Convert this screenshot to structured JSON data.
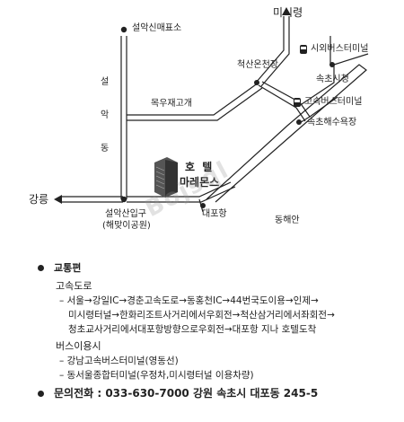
{
  "map": {
    "labels": {
      "seorak_shinmaepyoso": "설악신매표소",
      "misiryeong": "미시령",
      "siwoe_bus_terminal": "시외버스터미널",
      "cheoksan_hot_spring": "척산온천장",
      "sokcho_city_hall": "속초시청",
      "express_bus_terminal": "고속버스터미널",
      "sokcho_beach": "속초해수욕장",
      "mokwoojae": "목우재고개",
      "seorak_vertical": [
        "설",
        "악",
        "동"
      ],
      "gangneung": "강릉",
      "seorak_entrance": "설악산입구",
      "haemaji_park": "(해맞이공원)",
      "daepohang": "대포항",
      "donghaean": "동해안",
      "hotel_line1": "호  텔",
      "hotel_line2": "마레몬스"
    },
    "watermark": "Bojsql"
  },
  "info": {
    "transport_title": "교통편",
    "expressway_title": "고속도로",
    "expressway_lines": [
      "– 서울→강일IC→경춘고속도로→동홍천IC→44번국도이용→인제→",
      "미시령터널→한화리조트사거리에서우회전→척산삼거리에서좌회전→",
      "청초교사거리에서대포항방향으로우회전→대포항 지나 호텔도착"
    ],
    "bus_title": "버스이용시",
    "bus_lines": [
      "– 강남고속버스터미널(영동선)",
      "– 동서울종합터미널(우정차,미시령터널 이용차량)"
    ],
    "contact": "문의전화 : 033-630-7000 강원 속초시 대포동 245-5"
  }
}
